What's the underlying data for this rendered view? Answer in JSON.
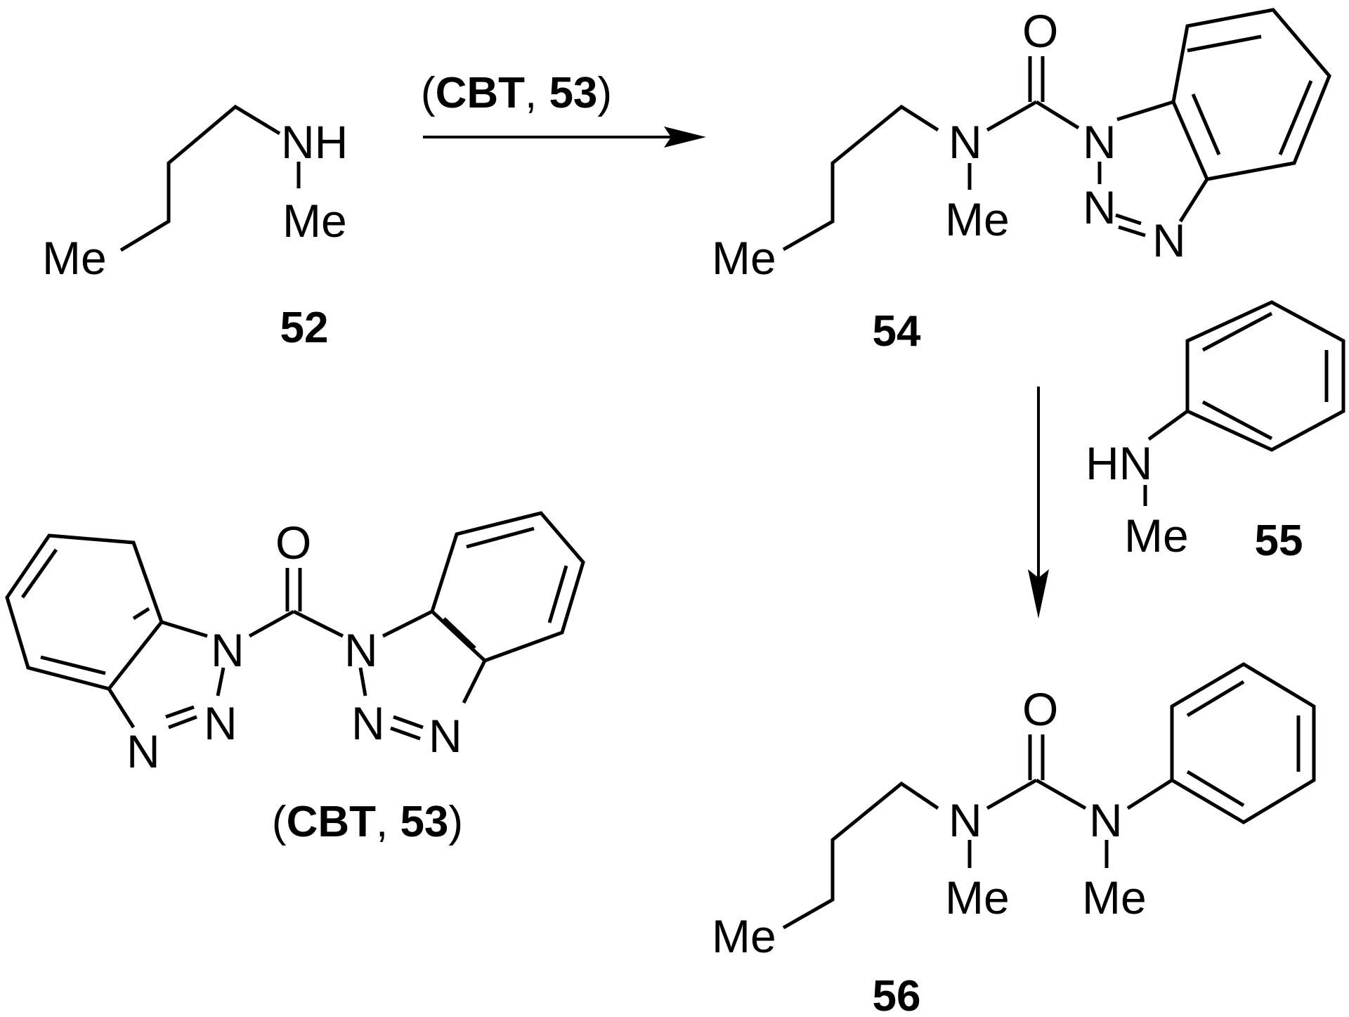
{
  "reagent_label": {
    "open": "(",
    "name": "CBT",
    "sep": ", ",
    "number": "53",
    "close": ")"
  },
  "compounds": {
    "c52": {
      "label": "52",
      "atoms": {
        "nh": "NH",
        "me_n": "Me",
        "me_chain": "Me"
      }
    },
    "c54": {
      "label": "54",
      "atoms": {
        "o": "O",
        "n_amide": "N",
        "me_n": "Me",
        "me_chain": "Me",
        "n1": "N",
        "n2": "N",
        "n3": "N"
      }
    },
    "c55": {
      "label": "55",
      "atoms": {
        "hn": "HN",
        "me_n": "Me"
      }
    },
    "c56": {
      "label": "56",
      "atoms": {
        "o": "O",
        "n_left": "N",
        "n_right": "N",
        "me_left": "Me",
        "me_right": "Me",
        "me_chain": "Me"
      }
    },
    "c53": {
      "atoms": {
        "o": "O",
        "n1_left": "N",
        "n2_left": "N",
        "n3_left": "N",
        "n1_right": "N",
        "n2_right": "N",
        "n3_right": "N"
      }
    }
  }
}
